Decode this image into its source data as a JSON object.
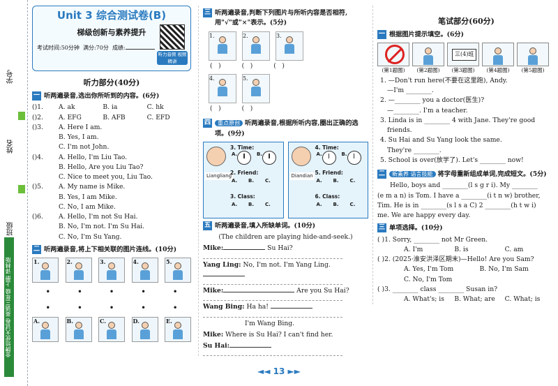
{
  "sidebar": {
    "student_id": "学号",
    "name": "姓名",
    "class": "班级",
    "brand": "金牌培优大试卷 英语三年级 上册 译林版"
  },
  "header": {
    "unit_title": "Unit 3 综合测试卷(B)",
    "subtitle": "梯级创新与素养提升",
    "exam_time": "考试时间:50分钟",
    "full_score": "满分:70分",
    "score_label": "成绩:",
    "qr_label": "听力音频 视频精讲"
  },
  "listening": {
    "part_title": "听力部分(40分)",
    "s1": {
      "num": "一",
      "title": "听两遍录音,选出你所听到的内容。(6分)",
      "items": [
        {
          "n": ")1.",
          "opts": [
            "A. ak",
            "B. ia",
            "C. hk"
          ]
        },
        {
          "n": ")2.",
          "opts": [
            "A. EFG",
            "B. AFB",
            "C. EFD"
          ]
        },
        {
          "n": ")3.",
          "opts": [
            "A. Here I am.",
            "B. Yes, I am.",
            "C. I'm not John."
          ]
        },
        {
          "n": ")4.",
          "opts": [
            "A. Hello, I'm Liu Tao.",
            "B. Hello, Are you Liu Tao?",
            "C. Nice to meet you, Liu Tao."
          ]
        },
        {
          "n": ")5.",
          "opts": [
            "A. My name is Mike.",
            "B. Yes, I am Mike.",
            "C. No, I am Mike."
          ]
        },
        {
          "n": ")6.",
          "opts": [
            "A. Hello, I'm not Su Hai.",
            "B. No, I'm not. I'm Su Hai.",
            "C. No, I'm Su Yang."
          ]
        }
      ]
    },
    "s2": {
      "num": "二",
      "title": "听两遍录音,将上下相关联的图片连线。(10分)",
      "top": [
        "1.",
        "2.",
        "3.",
        "4.",
        "5."
      ],
      "bottom": [
        "A.",
        "B.",
        "C.",
        "D.",
        "E."
      ]
    },
    "s3": {
      "num": "三",
      "title": "听两遍录音,判断下列图片与所听内容是否相符,用\"√\"或\"×\"表示。(5分)",
      "pics": [
        "1.",
        "2.",
        "3.",
        "4.",
        "5."
      ]
    },
    "s4": {
      "num": "四",
      "tag": "重点原创",
      "title": "听两遍录音,根据所听内容,圈出正确的选项。(9分)",
      "panels": [
        {
          "name": "Liangliang",
          "time": "3. Time:",
          "friend": "2. Friend:",
          "cls": "3. Class:"
        },
        {
          "name": "Diandian",
          "time": "4. Time:",
          "friend": "5. Friend:",
          "cls": "6. Class:"
        }
      ],
      "abc": [
        "A.",
        "B.",
        "C."
      ]
    },
    "s5": {
      "num": "五",
      "title": "听两遍录音,填入所缺单词。(10分)",
      "intro": "(The children are playing hide-and-seek.)",
      "lines": [
        {
          "sp": "Mike:",
          "text": " Su Hai?"
        },
        {
          "sp": "Yang Ling:",
          "text": " No, I'm not. I'm Yang Ling."
        },
        {
          "sp": "Mike:",
          "text": " Are you Su Hai?"
        },
        {
          "sp": "Wang Bing:",
          "text": " Ha ha! "
        },
        {
          "sp": "",
          "text": "I'm Wang Bing."
        },
        {
          "sp": "Mike:",
          "text": " Where is Su Hai? I can't find her."
        },
        {
          "sp": "Su Hai:",
          "text": ""
        }
      ]
    }
  },
  "written": {
    "part_title": "笔试部分(60分)",
    "s1": {
      "num": "一",
      "title": "根据图片提示填空。(6分)",
      "class_sign": "三(4)班",
      "captions": [
        "(第1题图)",
        "(第2题图)",
        "(第3题图)",
        "(第4题图)",
        "(第5题图)"
      ],
      "items": [
        "1. —Don't run here(不要在这里跑), Andy.",
        "—I'm ________.",
        "2. —________ you a doctor(医生)?",
        "—________. I'm a teacher.",
        "3. Linda is in ________ 4 with Jane. They're good",
        "friends.",
        "4. Su Hai and Su Yang look the same.",
        "They're ________.",
        "5. School is over(放学了). Let's ________ now!"
      ]
    },
    "s2": {
      "num": "二",
      "tag": "新素养 语言技能",
      "title": "将字母重新组成单词,完成短文。(5分)",
      "lines": [
        "Hello, boys and ________(l s g r i). My ________",
        "(e m a n) is Tom. I have a ________(i t n w) brother,",
        "Tim. He is in ________(s l s a C) 2 ________(h t w i)",
        "me. We are happy every day."
      ]
    },
    "s3": {
      "num": "三",
      "title": "单项选择。(10分)",
      "items": [
        {
          "q": "( )1. Sorry, ________ not Mr Green.",
          "opts": [
            "A. I'm",
            "B. is",
            "C. am"
          ]
        },
        {
          "q": "( )2. (2025·淮安洪泽区期末)—Hello! Are you Sam?",
          "opts": [
            "A. Yes, I'm Tom",
            "B. No, I'm Sam",
            "C. No, I'm Tom"
          ]
        },
        {
          "q": "( )3. ________ class ________ Susan in?",
          "opts": [
            "A. What's; is",
            "B. What; are",
            "C. What; is"
          ]
        }
      ]
    }
  },
  "page_number": "13"
}
